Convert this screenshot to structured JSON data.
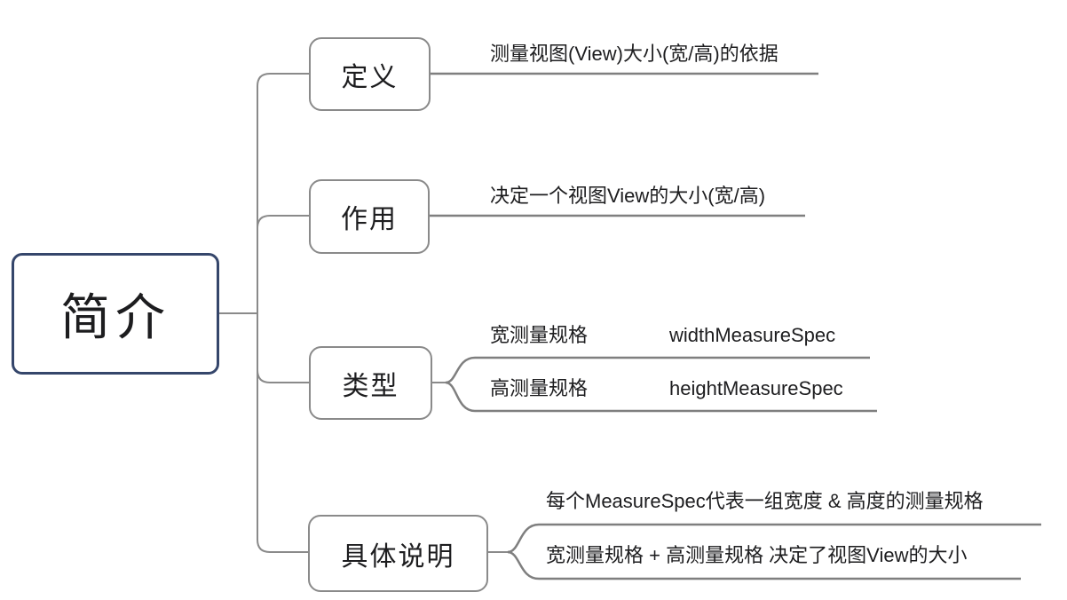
{
  "diagram": {
    "title_hint": "MeasureSpec mind map",
    "colors": {
      "background": "#ffffff",
      "root_border": "#35466b",
      "node_border": "#8a8a8a",
      "line": "#7f7f7f",
      "text": "#1d1d1f"
    },
    "root": {
      "label": "简介"
    },
    "branches": [
      {
        "label": "定义",
        "children": [
          {
            "text": "测量视图(View)大小(宽/高)的依据"
          }
        ]
      },
      {
        "label": "作用",
        "children": [
          {
            "text": "决定一个视图View的大小(宽/高)"
          }
        ]
      },
      {
        "label": "类型",
        "children": [
          {
            "label": "宽测量规格",
            "code": "widthMeasureSpec"
          },
          {
            "label": "高测量规格",
            "code": "heightMeasureSpec"
          }
        ]
      },
      {
        "label": "具体说明",
        "children": [
          {
            "text": "每个MeasureSpec代表一组宽度 & 高度的测量规格"
          },
          {
            "text": "宽测量规格 + 高测量规格 决定了视图View的大小"
          }
        ]
      }
    ]
  }
}
